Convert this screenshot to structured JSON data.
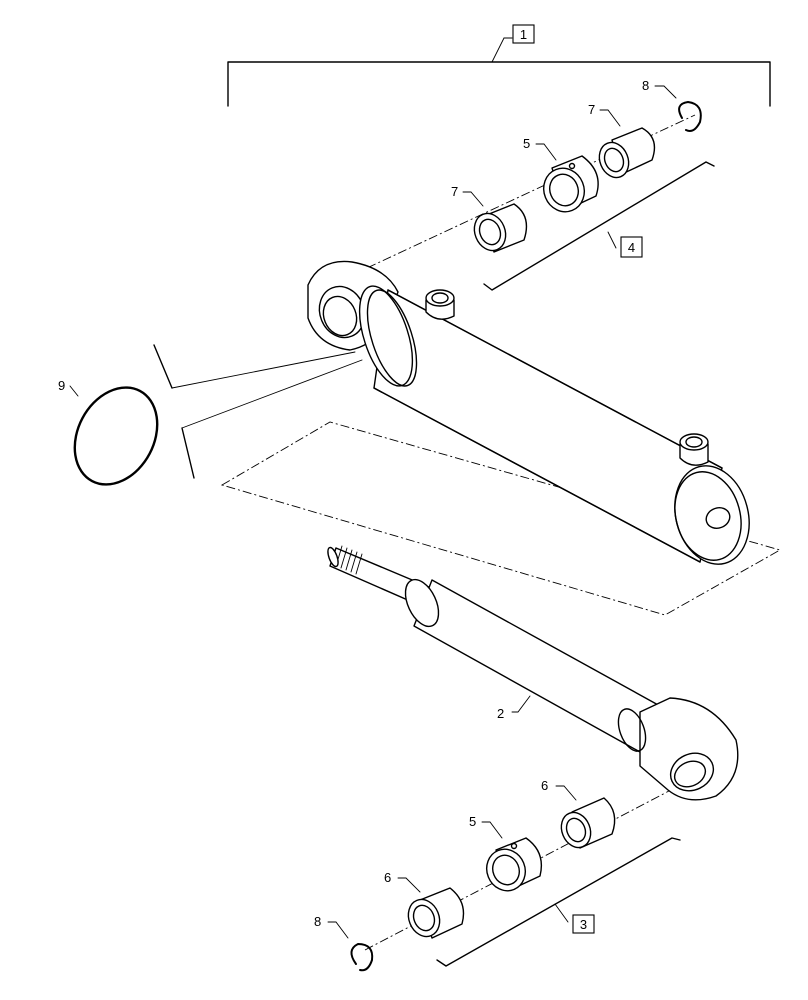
{
  "callouts": {
    "c1": "1",
    "c2": "2",
    "c3": "3",
    "c4": "4",
    "c5a": "5",
    "c5b": "5",
    "c6a": "6",
    "c6b": "6",
    "c7a": "7",
    "c7b": "7",
    "c8a": "8",
    "c8b": "8",
    "c9": "9"
  }
}
